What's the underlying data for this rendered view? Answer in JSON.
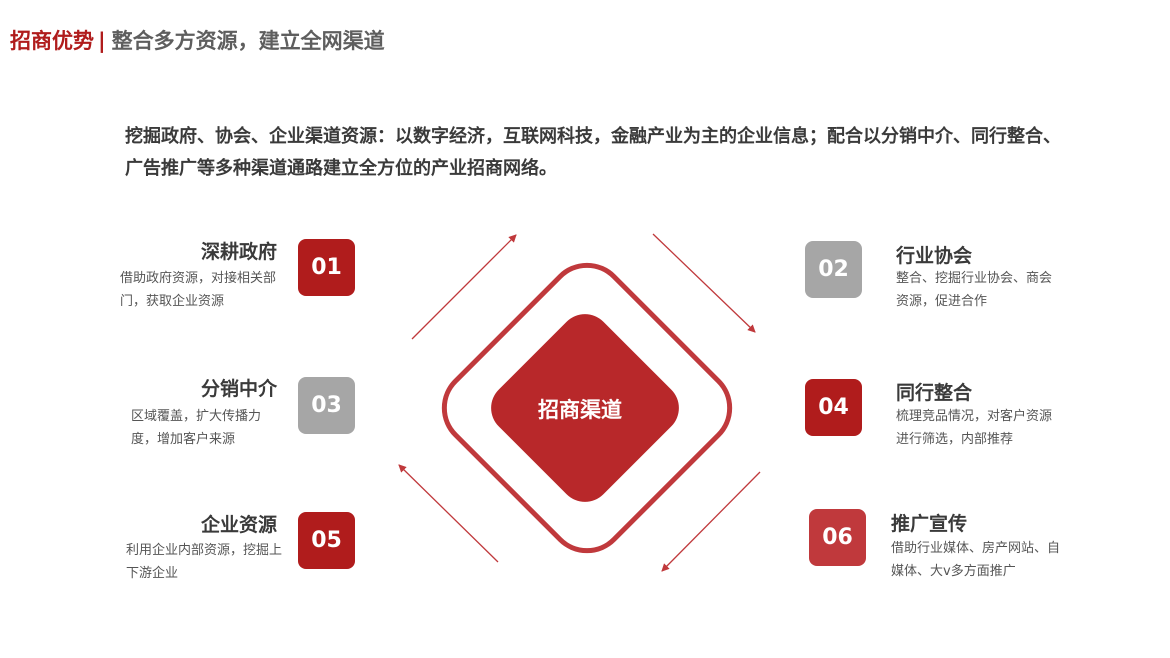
{
  "header": {
    "brand": "招商优势",
    "separator": "|",
    "subtitle": "整合多方资源，建立全网渠道"
  },
  "intro": "挖掘政府、协会、企业渠道资源：以数字经济，互联网科技，金融产业为主的企业信息；配合以分销中介、同行整合、广告推广等多种渠道通路建立全方位的产业招商网络。",
  "center": "招商渠道",
  "channels": [
    {
      "num": "01",
      "title": "深耕政府",
      "desc": "借助政府资源，对接相关部门，获取企业资源"
    },
    {
      "num": "02",
      "title": "行业协会",
      "desc": "整合、挖掘行业协会、商会资源，促进合作"
    },
    {
      "num": "03",
      "title": "分销中介",
      "desc": "区域覆盖，扩大传播力度，增加客户来源"
    },
    {
      "num": "04",
      "title": "同行整合",
      "desc": "梳理竞品情况，对客户资源进行筛选，内部推荐"
    },
    {
      "num": "05",
      "title": "企业资源",
      "desc": "利用企业内部资源，挖掘上下游企业"
    },
    {
      "num": "06",
      "title": "推广宣传",
      "desc": "借助行业媒体、房产网站、自媒体、大v多方面推广"
    }
  ],
  "colors": {
    "accent": "#b01c1c",
    "gray": "#a6a6a6",
    "diamond": "#b8282a",
    "ring": "#c0393c"
  }
}
